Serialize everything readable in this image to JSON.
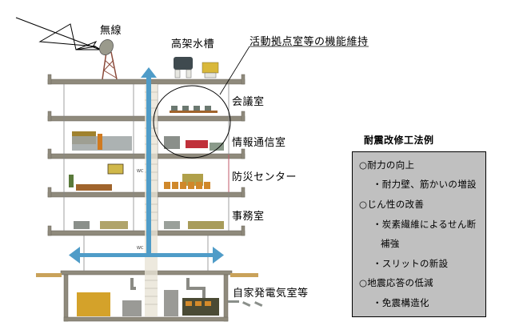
{
  "diagram": {
    "labels": {
      "radio": "無線",
      "water_tank": "高架水槽",
      "function_maintenance": "活動拠点室等の機能維持",
      "conference_room": "会議室",
      "communications_room": "情報通信室",
      "disaster_center": "防災センター",
      "office": "事務室",
      "generator_room": "自家発電気室等"
    },
    "signs": {
      "wc": "WC"
    },
    "icons": [
      "radio-wave-icon",
      "satellite-dish-icon",
      "water-tank-icon",
      "elevator-arrow-icon",
      "evacuation-arrow-icon"
    ],
    "colors": {
      "slab": "#8f8a7c",
      "arrow": "#4f9cc8",
      "panel_bg": "#c0c0c0",
      "ground": "#c9a25a"
    }
  },
  "methods_panel": {
    "title": "耐震改修工法例",
    "items": [
      {
        "type": "heading",
        "text": "○耐力の向上"
      },
      {
        "type": "sub",
        "text": "・耐力壁、筋かいの増設"
      },
      {
        "type": "heading",
        "text": "○じん性の改善"
      },
      {
        "type": "sub",
        "text": "・炭素繊維によるせん断"
      },
      {
        "type": "cont",
        "text": "補強"
      },
      {
        "type": "sub",
        "text": "・スリットの新設"
      },
      {
        "type": "heading",
        "text": "○地震応答の低減"
      },
      {
        "type": "sub",
        "text": "・免震構造化"
      }
    ]
  }
}
